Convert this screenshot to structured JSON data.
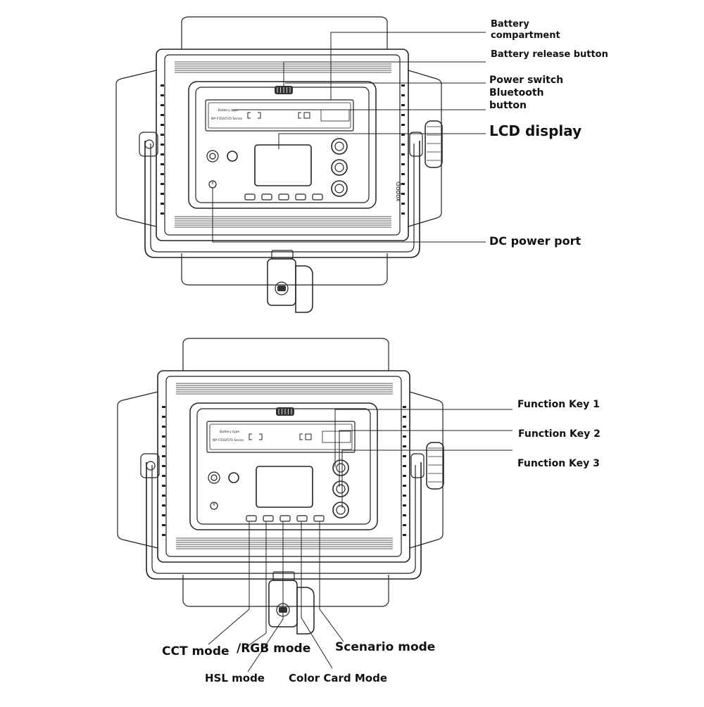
{
  "device": {
    "battery_plate_text_1": "Battery type",
    "battery_plate_text_2": "NP-F550/570 Series",
    "brand_text": "Godox"
  },
  "top_view": {
    "callouts": {
      "battery_compartment": [
        "Battery",
        "compartment"
      ],
      "battery_release_button": "Battery release button",
      "power_switch": "Power switch",
      "bluetooth_button": [
        "Bluetooth",
        "button"
      ],
      "lcd_display": "LCD display",
      "dc_power_port": "DC power port"
    }
  },
  "bottom_view": {
    "callouts": {
      "function_key_1": "Function Key 1",
      "function_key_2": "Function Key 2",
      "function_key_3": "Function Key 3",
      "cct_mode": "CCT mode",
      "rgb_mode": "/RGB mode",
      "scenario_mode": "Scenario mode",
      "hsl_mode": "HSL mode",
      "color_card_mode": "Color Card Mode"
    }
  },
  "colors": {
    "line": "#222222",
    "label": "#111111",
    "background": "#ffffff"
  }
}
